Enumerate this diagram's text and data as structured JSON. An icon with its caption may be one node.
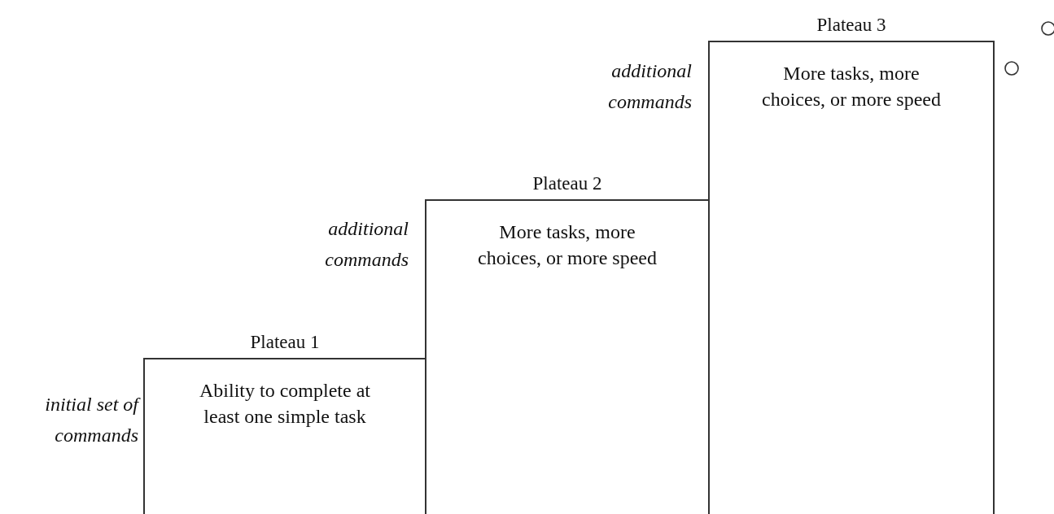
{
  "diagram": {
    "nodes": [
      {
        "text": [
          "Plateau 1",
          "Ability to complete at least one simple task"
        ],
        "beside": [
          "initial set of commands"
        ]
      },
      {
        "text": [
          "Plateau 2",
          "More tasks, more choices, or more speed"
        ],
        "beside": [
          "additional commands"
        ]
      },
      {
        "text": [
          "Plateau 3",
          "More tasks, more choices, or more speed"
        ],
        "beside": [
          "additional commands"
        ]
      }
    ]
  }
}
